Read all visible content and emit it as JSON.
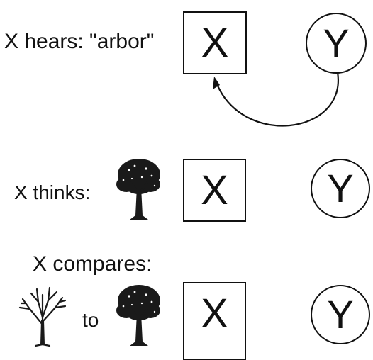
{
  "rows": [
    {
      "label": "X hears: \"arbor\"",
      "box_letter": "X",
      "circle_letter": "Y"
    },
    {
      "label": "X thinks:",
      "box_letter": "X",
      "circle_letter": "Y"
    },
    {
      "label": "X compares:",
      "connector": "to",
      "box_letter": "X",
      "circle_letter": "Y"
    }
  ],
  "icons": {
    "arrow": "curved-arrow-icon",
    "tree_leafy": "leafy-tree-icon",
    "tree_bare": "bare-tree-icon"
  },
  "colors": {
    "ink": "#111111",
    "background": "#ffffff"
  }
}
